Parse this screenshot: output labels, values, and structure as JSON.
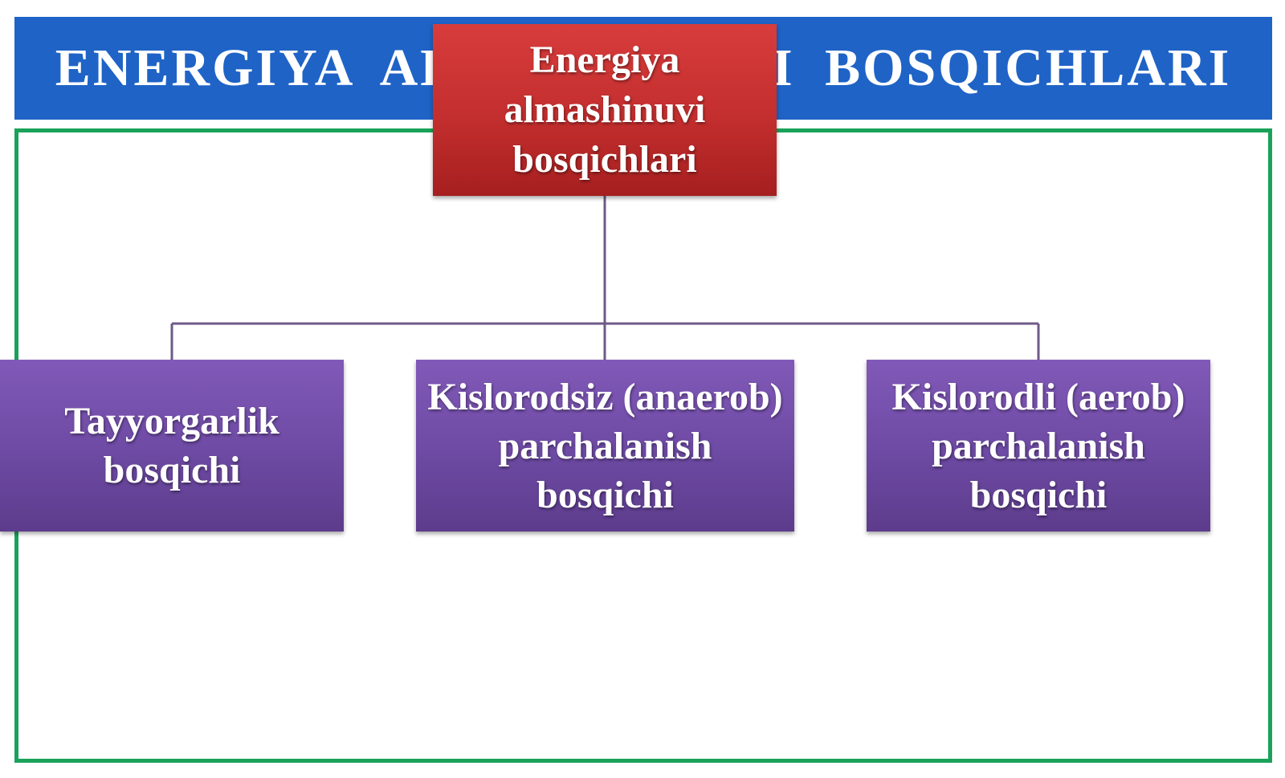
{
  "slide": {
    "title": "ENERGIYA   ALMASHINUVI   BOSQICHLARI",
    "colors": {
      "title_bar": "#1f63c6",
      "frame_border": "#1aa25a",
      "root_box": "#c32e2e",
      "child_box": "#6d4aa3",
      "connector": "#6e5a87"
    }
  },
  "diagram": {
    "root": {
      "label": "Energiya almashinuvi bosqichlari"
    },
    "children": [
      {
        "label": "Tayyorgarlik bosqichi"
      },
      {
        "label": "Kislorodsiz (anaerob) parchalanish bosqichi"
      },
      {
        "label": "Kislorodli (aerob) parchalanish bosqichi"
      }
    ]
  }
}
